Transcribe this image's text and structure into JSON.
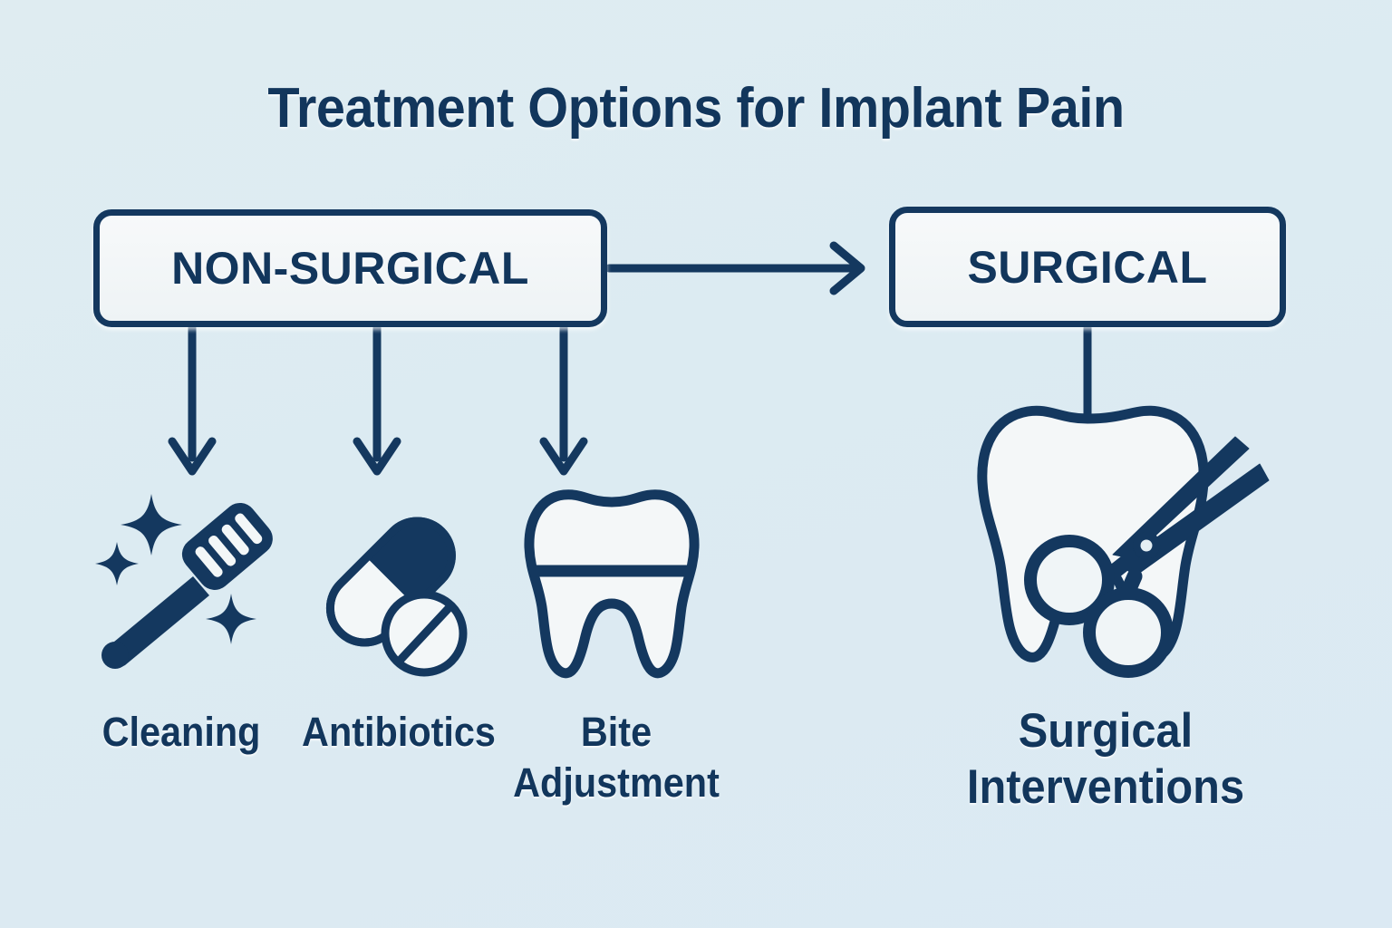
{
  "page": {
    "title": "Treatment Options for Implant Pain",
    "background_color": "#dcebf1",
    "accent_color": "#14385f",
    "panel_fill": "#f4f7f8"
  },
  "categories": [
    {
      "id": "non-surgical",
      "label": "NON-SURGICAL"
    },
    {
      "id": "surgical",
      "label": "SURGICAL"
    }
  ],
  "flow": {
    "horizontal_arrow": "non-surgical-to-surgical",
    "branch_arrows": 3
  },
  "non_surgical_options": [
    {
      "label": "Cleaning",
      "icon": "toothbrush-sparkle-icon"
    },
    {
      "label": "Antibiotics",
      "icon": "pill-capsule-icon"
    },
    {
      "label": "Bite Adjustment",
      "icon": "tooth-bite-line-icon"
    }
  ],
  "surgical_options": [
    {
      "label": "Surgical Interventions",
      "icon": "tooth-scissors-icon"
    }
  ],
  "labels": {
    "cleaning": "Cleaning",
    "antibiotics": "Antibiotics",
    "bite_adjustment": "Bite Adjustment",
    "surgical_interventions": "Surgical Interventions"
  }
}
